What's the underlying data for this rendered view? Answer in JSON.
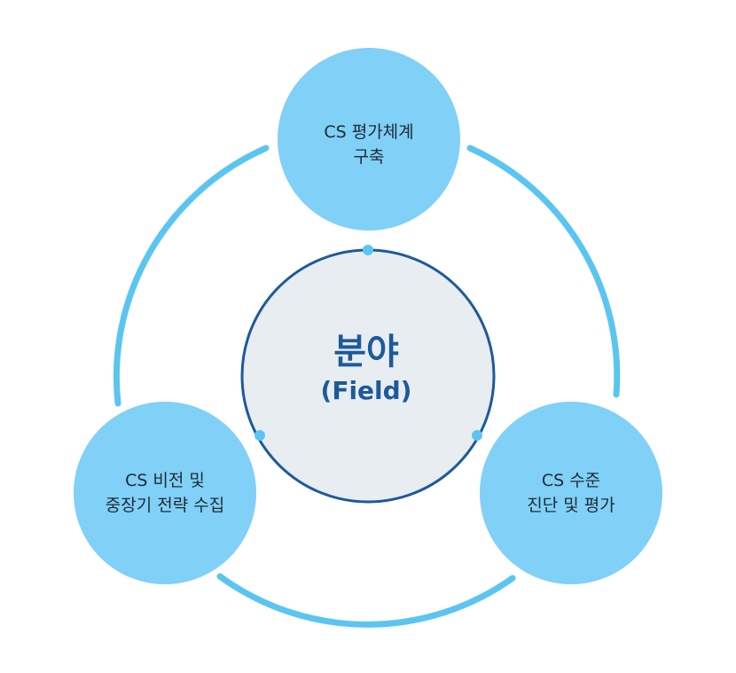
{
  "colors": {
    "background": "#ffffff",
    "ring": "#5bc5f2",
    "outer_circle_fill": "#80d0f7",
    "center_fill": "#e8edf2",
    "center_stroke": "#1d5a9a",
    "center_text": "#1d5a9a",
    "dot": "#5bc5f2",
    "node_text": "#1f2a36"
  },
  "center": {
    "title": "분야",
    "subtitle": "(Field)"
  },
  "nodes": {
    "top": {
      "line1": "CS 평가체계",
      "line2": "구축"
    },
    "left": {
      "line1": "CS 비전 및",
      "line2": "중장기 전략 수집"
    },
    "right": {
      "line1": "CS 수준",
      "line2": "진단 및 평가"
    }
  }
}
